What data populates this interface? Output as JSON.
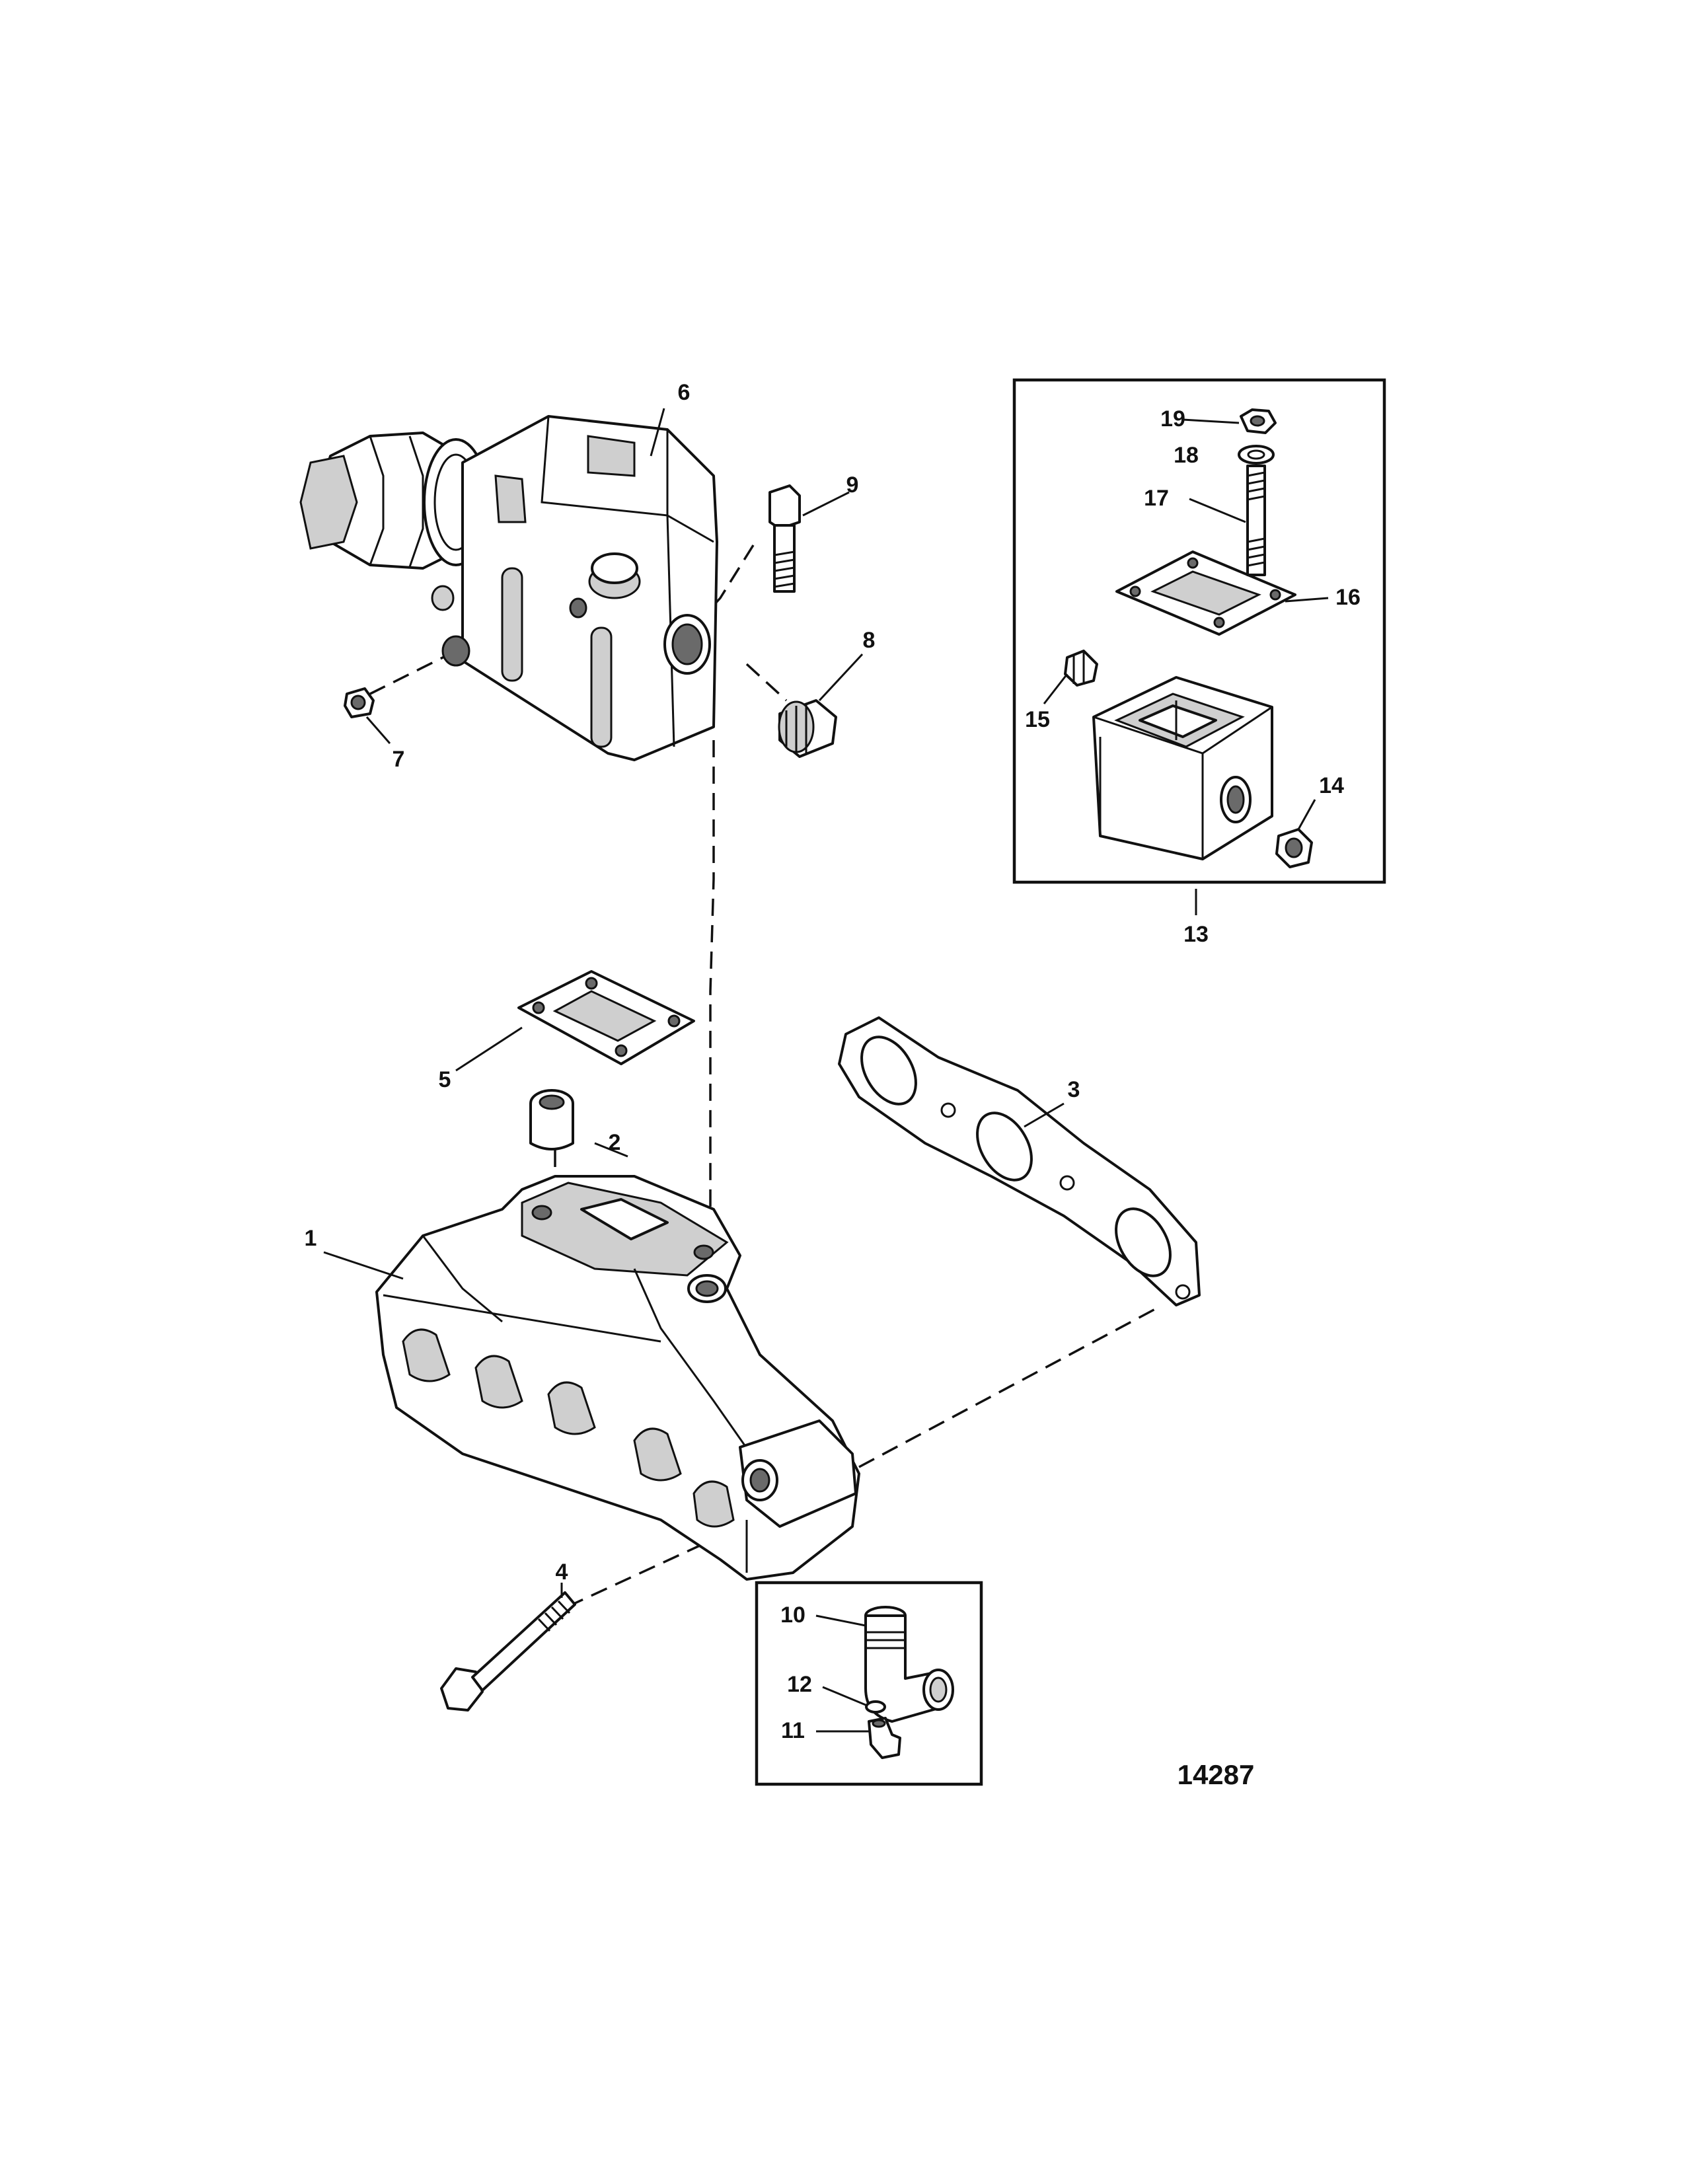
{
  "figure_number": "14287",
  "callouts": {
    "c1": "1",
    "c2": "2",
    "c3": "3",
    "c4": "4",
    "c5": "5",
    "c6": "6",
    "c7": "7",
    "c8": "8",
    "c9": "9",
    "c10": "10",
    "c11": "11",
    "c12": "12",
    "c13": "13",
    "c14": "14",
    "c15": "15",
    "c16": "16",
    "c17": "17",
    "c18": "18",
    "c19": "19"
  }
}
